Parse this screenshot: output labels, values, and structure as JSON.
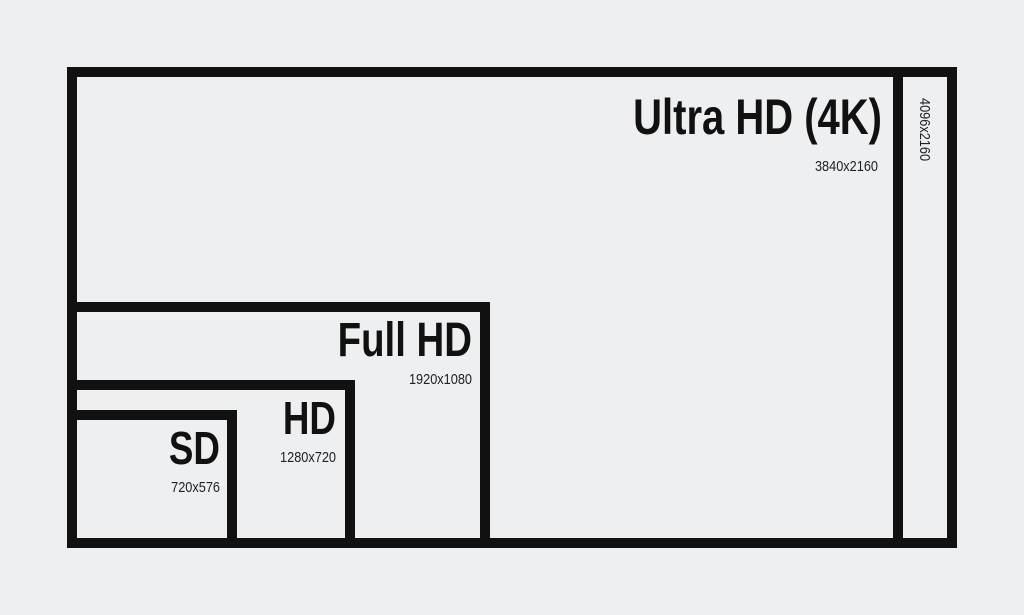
{
  "colors": {
    "background": "#eeeff1",
    "frame": "#111111"
  },
  "resolutions": [
    {
      "name": "Ultra HD (4K)",
      "size": "3840x2160"
    },
    {
      "name": "",
      "size": "4096x2160"
    },
    {
      "name": "Full HD",
      "size": "1920x1080"
    },
    {
      "name": "HD",
      "size": "1280x720"
    },
    {
      "name": "SD",
      "size": "720x576"
    }
  ]
}
